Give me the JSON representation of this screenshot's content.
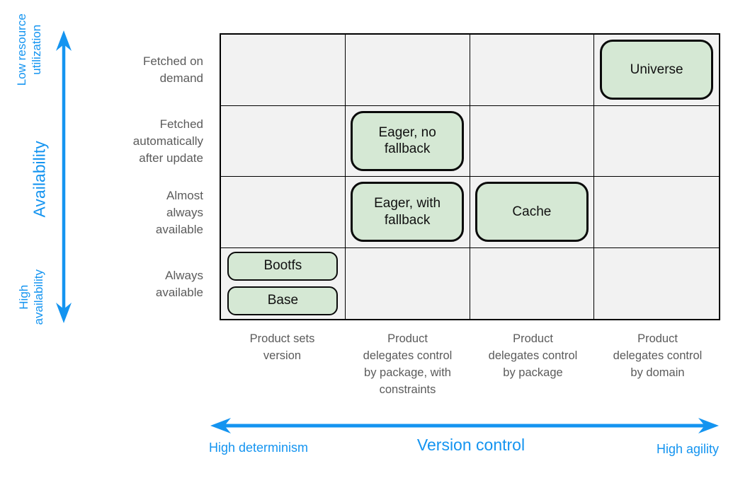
{
  "diagram": {
    "type": "matrix",
    "description": "Package availability vs version control strategy matrix"
  },
  "y_axis": {
    "title": "Availability",
    "top_label": "Low resource\nutilization",
    "bottom_label": "High\navailability"
  },
  "x_axis": {
    "title": "Version control",
    "left_label": "High determinism",
    "right_label": "High agility"
  },
  "matrix": {
    "row_labels": [
      "Fetched on\ndemand",
      "Fetched\nautomatically\nafter update",
      "Almost\nalways\navailable",
      "Always\navailable"
    ],
    "col_labels": [
      "Product sets\nversion",
      "Product\ndelegates control\nby package, with\nconstraints",
      "Product\ndelegates control\nby package",
      "Product\ndelegates control\nby domain"
    ],
    "cells": [
      [
        [],
        [],
        [],
        [
          "Universe"
        ]
      ],
      [
        [],
        [
          "Eager, no\nfallback"
        ],
        [],
        []
      ],
      [
        [],
        [
          "Eager, with\nfallback"
        ],
        [
          "Cache"
        ],
        []
      ],
      [
        [
          "Bootfs",
          "Base"
        ],
        [],
        [],
        []
      ]
    ]
  },
  "colors": {
    "accent_blue": "#1494f0",
    "box_green_fill": "#d5e8d4",
    "box_border": "#0a0a0a",
    "cell_fill": "#f2f2f2",
    "label_gray": "#5b5b5b",
    "grid_border": "#000000"
  }
}
